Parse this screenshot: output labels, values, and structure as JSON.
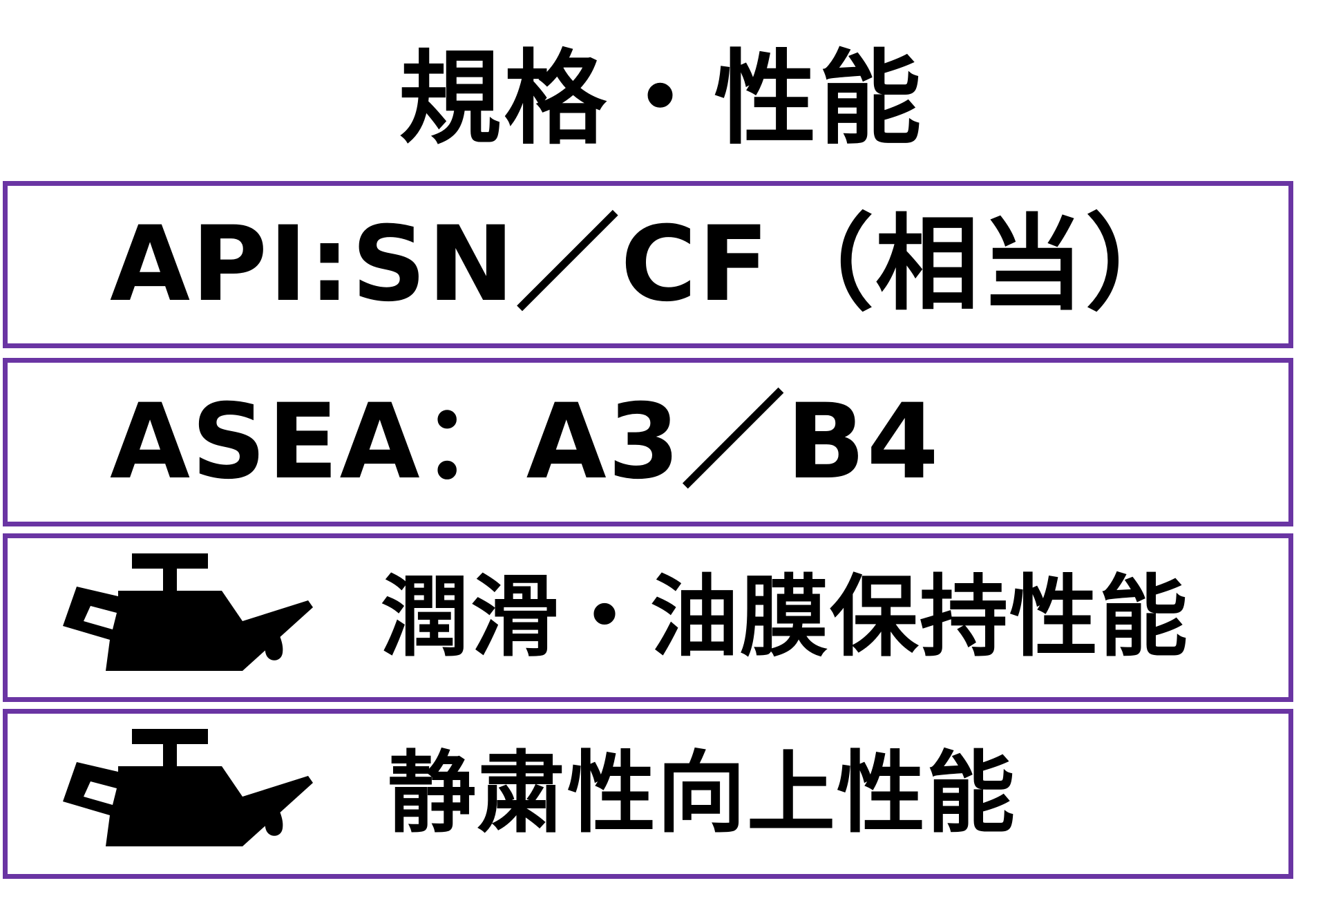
{
  "page": {
    "title": "規格・性能"
  },
  "specs": [
    {
      "text": "API:SN／CF（相当）"
    },
    {
      "text": "ASEA：A3／B4"
    }
  ],
  "features": [
    {
      "icon": "oil-can-icon",
      "text": "潤滑・油膜保持性能"
    },
    {
      "icon": "oil-can-icon",
      "text": "静粛性向上性能"
    }
  ],
  "colors": {
    "border": "#6a35a3",
    "text": "#000000",
    "background": "#ffffff"
  }
}
